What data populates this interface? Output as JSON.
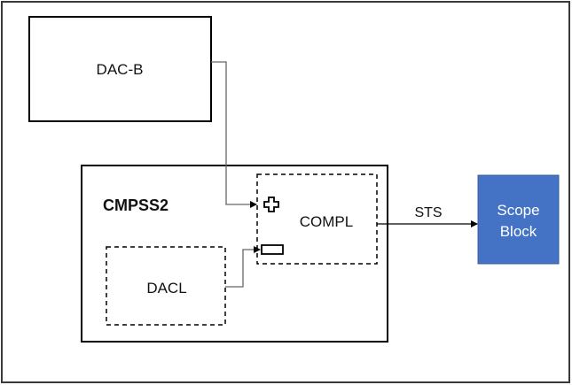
{
  "diagram": {
    "blocks": {
      "dac_b": {
        "label": "DAC-B"
      },
      "cmpss2": {
        "label": "CMPSS2"
      },
      "compl": {
        "label": "COMPL"
      },
      "dacl": {
        "label": "DACL"
      },
      "scope": {
        "label_line1": "Scope",
        "label_line2": "Block",
        "fill": "#4472C4",
        "text_color": "#ffffff"
      }
    },
    "connections": [
      {
        "from": "DAC-B",
        "to": "COMPL",
        "port": "positive-input"
      },
      {
        "from": "DACL",
        "to": "COMPL",
        "port": "negative-input"
      },
      {
        "from": "COMPL",
        "to": "Scope Block",
        "label": "STS"
      }
    ],
    "signal_label": "STS",
    "colors": {
      "line": "#000000",
      "connector": "#666666"
    }
  }
}
